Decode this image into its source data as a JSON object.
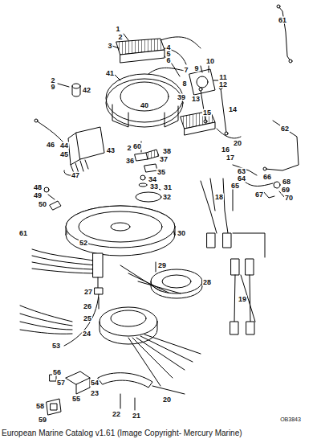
{
  "diagram": {
    "caption": "European Marine Catalog v1.61 (Image Copyright- Mercury Marine)",
    "labels": [
      "1",
      "2",
      "3",
      "4",
      "5",
      "6",
      "7",
      "9",
      "10",
      "11",
      "12",
      "8",
      "61",
      "41",
      "40",
      "39",
      "13",
      "14",
      "9",
      "2",
      "42",
      "15",
      "62",
      "46",
      "43",
      "20",
      "44",
      "45",
      "16",
      "17",
      "2",
      "60",
      "38",
      "37",
      "36",
      "35",
      "34",
      "33",
      "47",
      "48",
      "49",
      "50",
      "61",
      "31",
      "32",
      "63",
      "64",
      "65",
      "66",
      "67",
      "68",
      "69",
      "70",
      "18",
      "30",
      "52",
      "29",
      "28",
      "27",
      "26",
      "19",
      "53",
      "25",
      "24",
      "23",
      "22",
      "21",
      "20",
      "56",
      "57",
      "54",
      "55",
      "58",
      "59",
      "OB3843"
    ]
  }
}
